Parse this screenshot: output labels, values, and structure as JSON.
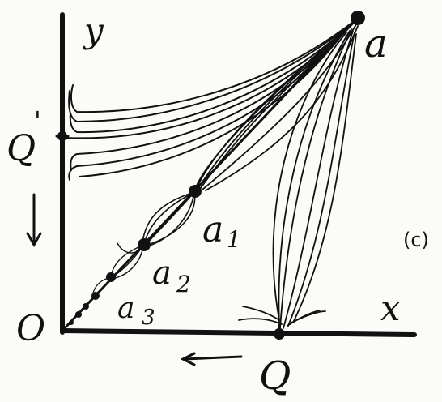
{
  "labels": {
    "y_axis": "y",
    "x_axis": "x",
    "origin": "O",
    "point_a": "a",
    "point_a1": "a",
    "point_a1_sub": "1",
    "point_a2": "a",
    "point_a2_sub": "2",
    "point_a3": "a",
    "point_a3_sub": "3",
    "point_Q": "Q",
    "point_Q_prime": "Q",
    "point_Q_prime_mark": "'",
    "panel_tag": "(c)"
  },
  "colors": {
    "ink": "#111111",
    "paper": "#fbfbf8"
  },
  "arrows": {
    "down_arrow_icon": "arrow-down",
    "left_arrow_icon": "arrow-left"
  }
}
